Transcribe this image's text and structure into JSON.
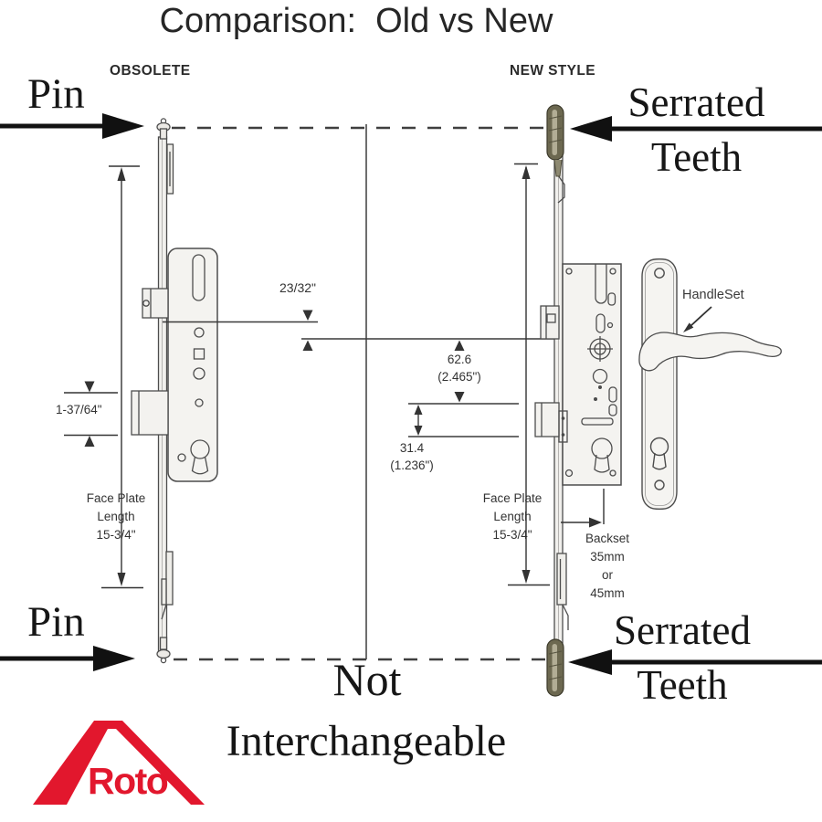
{
  "header": {
    "title": "Comparison:  Old vs New",
    "left_column": "OBSOLETE",
    "right_column": "NEW STYLE"
  },
  "callouts": {
    "pin": "Pin",
    "serrated_line1": "Serrated",
    "serrated_line2": "Teeth",
    "handleset": "HandleSet"
  },
  "dimensions": {
    "center_offset": "23/32\"",
    "deadbolt_height": "1-37/64\"",
    "faceplate_left": {
      "l1": "Face Plate",
      "l2": "Length",
      "l3": "15-3/4\""
    },
    "faceplate_right": {
      "l1": "Face Plate",
      "l2": "Length",
      "l3": "15-3/4\""
    },
    "pz_upper": {
      "mm": "62.6",
      "inch": "(2.465\")"
    },
    "pz_lower": {
      "mm": "31.4",
      "inch": "(1.236\")"
    },
    "backset": {
      "l1": "Backset",
      "l2": "35mm",
      "l3": "or",
      "l4": "45mm"
    }
  },
  "footer": {
    "line1": "Not",
    "line2": "Interchangeable"
  },
  "brand": {
    "name": "Roto"
  },
  "colors": {
    "brand_red": "#e2172d",
    "serrated_olive": "#6c6850",
    "serrated_highlight": "#b2ad95",
    "ink": "#1d1d1d",
    "dim_ink": "#333333",
    "drawing_fill": "#f4f3f0"
  }
}
